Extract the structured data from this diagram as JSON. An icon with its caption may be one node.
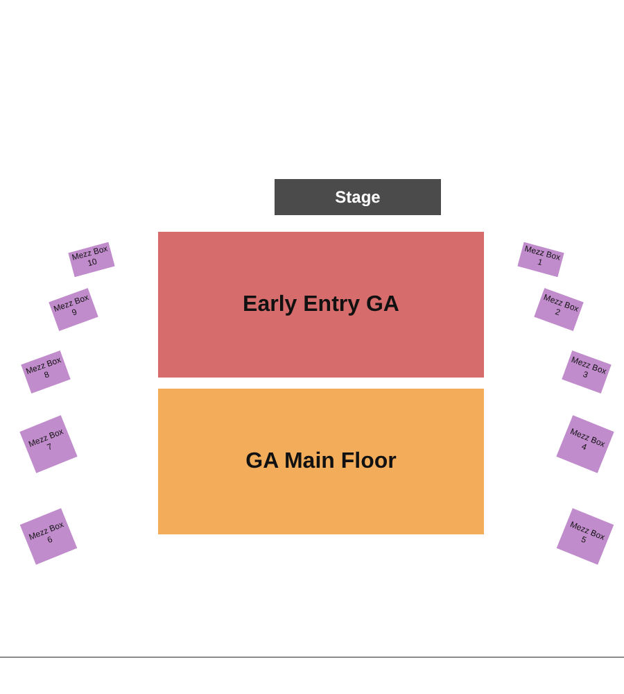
{
  "diagram": {
    "nodes": [
      {
        "text": [
          "Stage"
        ]
      },
      {
        "text": [
          "Early Entry GA"
        ]
      },
      {
        "text": [
          "GA Main Floor"
        ]
      },
      {
        "text": [
          "Mezz Box 1"
        ]
      },
      {
        "text": [
          "Mezz Box 2"
        ]
      },
      {
        "text": [
          "Mezz Box 3"
        ]
      },
      {
        "text": [
          "Mezz Box 4"
        ]
      },
      {
        "text": [
          "Mezz Box 5"
        ]
      },
      {
        "text": [
          "Mezz Box 6"
        ]
      },
      {
        "text": [
          "Mezz Box 7"
        ]
      },
      {
        "text": [
          "Mezz Box 8"
        ]
      },
      {
        "text": [
          "Mezz Box 9"
        ]
      },
      {
        "text": [
          "Mezz Box 10"
        ]
      }
    ]
  }
}
